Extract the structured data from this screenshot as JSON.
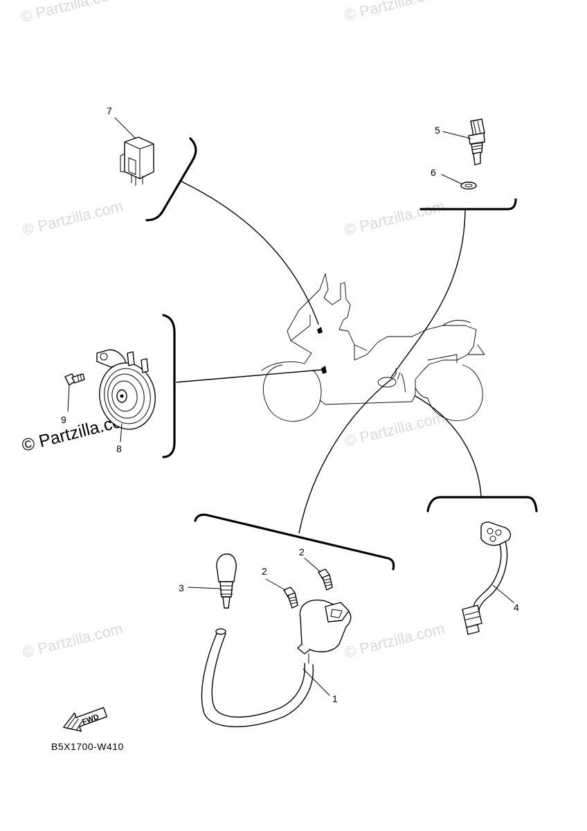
{
  "diagram_code": "B5X1700-W410",
  "fwd_label": "FWD",
  "watermark_small": "© Partzilla.com",
  "watermark_big": "© Partzilla.com",
  "callouts": {
    "c1": "1",
    "c2a": "2",
    "c2b": "2",
    "c3": "3",
    "c4": "4",
    "c5": "5",
    "c6": "6",
    "c7": "7",
    "c8": "8",
    "c9": "9"
  }
}
